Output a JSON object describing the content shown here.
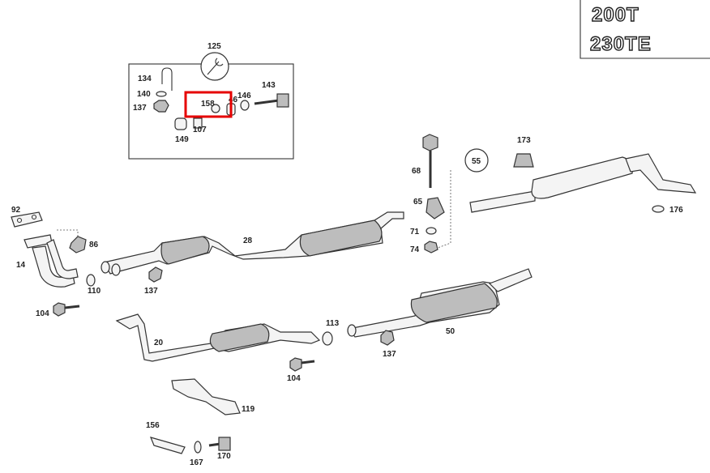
{
  "model_badges": [
    "200T",
    "230TE"
  ],
  "highlight": {
    "label": "158",
    "color": "#e60000"
  },
  "labels": {
    "l125": "125",
    "l134": "134",
    "l140": "140",
    "l137a": "137",
    "l158": "158",
    "l146b": "46",
    "l146": "146",
    "l143": "143",
    "l149": "149",
    "l107": "107",
    "l173": "173",
    "l68": "68",
    "l55": "55",
    "l65": "65",
    "l71": "71",
    "l74": "74",
    "l176": "176",
    "l92": "92",
    "l86": "86",
    "l14": "14",
    "l28": "28",
    "l110": "110",
    "l137b": "137",
    "l104a": "104",
    "l20": "20",
    "l113": "113",
    "l50": "50",
    "l137c": "137",
    "l104b": "104",
    "l119": "119",
    "l156": "156",
    "l167": "167",
    "l170": "170"
  }
}
